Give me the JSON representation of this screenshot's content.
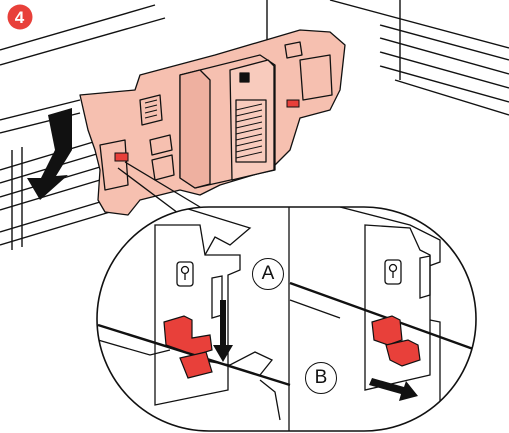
{
  "step": {
    "number": "4"
  },
  "callouts": {
    "a": "A",
    "b": "B"
  },
  "colors": {
    "accent": "#e8403a",
    "part_fill": "#f6c0b0",
    "latch": "#e8403a",
    "line": "#111111"
  }
}
